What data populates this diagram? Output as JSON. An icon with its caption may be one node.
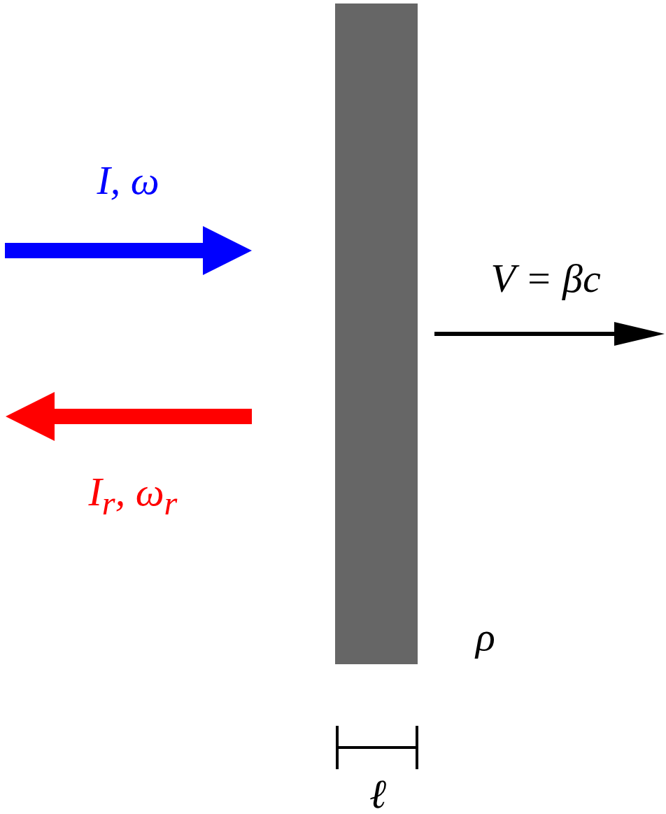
{
  "diagram": {
    "nodes": [
      {
        "text": [],
        "shape": "bar"
      }
    ],
    "labels": [
      "I, ω",
      "V = βc",
      "I$_{r}$, ω$_{r}$",
      "ρ",
      "ℓ"
    ]
  }
}
